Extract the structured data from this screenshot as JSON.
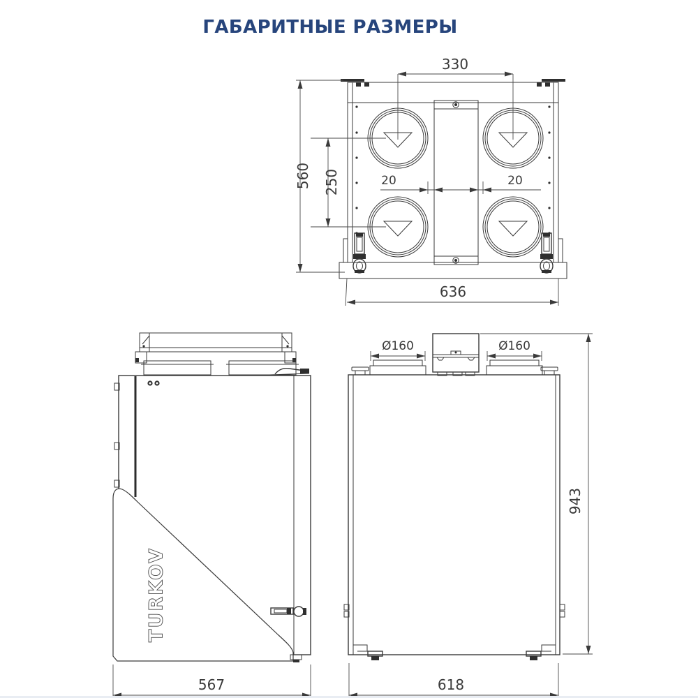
{
  "title": "ГАБАРИТНЫЕ РАЗМЕРЫ",
  "colors": {
    "title": "#27457c",
    "line": "#3a3a3a",
    "background": "#ffffff"
  },
  "top_view": {
    "dim_port_centers_horizontal": "330",
    "dim_depth": "560",
    "dim_port_centers_vertical": "250",
    "dim_gap_left": "20",
    "dim_gap_right": "20",
    "dim_overall_width": "636"
  },
  "side_view": {
    "logo": "TURKOV",
    "dim_overall_depth": "567"
  },
  "front_view": {
    "dim_duct_left": "Ø160",
    "dim_duct_right": "Ø160",
    "dim_overall_height": "943",
    "dim_overall_width": "618"
  }
}
